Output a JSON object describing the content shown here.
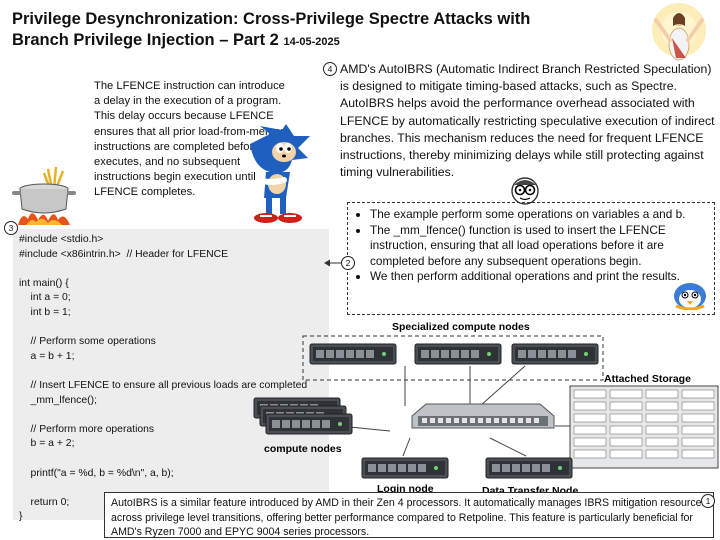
{
  "title": {
    "line1": "Privilege Desynchronization: Cross-Privilege Spectre Attacks with",
    "line2": "Branch Privilege Injection – Part 2",
    "date": "14-05-2025"
  },
  "lfence_note": "The LFENCE instruction can introduce a delay in the execution of a program. This delay occurs because LFENCE ensures that all prior load-from-memory instructions are completed before it executes, and no subsequent instructions begin execution until LFENCE completes.",
  "autoibrs_note": "AMD's AutoIBRS (Automatic Indirect Branch Restricted Speculation) is designed to mitigate timing-based attacks, such as Spectre. AutoIBRS helps avoid the performance overhead associated with LFENCE by automatically restricting speculative execution of indirect branches. This mechanism reduces the need for frequent LFENCE instructions, thereby minimizing delays while still protecting against timing vulnerabilities.",
  "markers": {
    "m1": "1",
    "m2": "2",
    "m3": "3",
    "m4": "4"
  },
  "code_lines": [
    "#include <stdio.h>",
    "#include <x86intrin.h>  // Header for LFENCE",
    "",
    "int main() {",
    "    int a = 0;",
    "    int b = 1;",
    "",
    "    // Perform some operations",
    "    a = b + 1;",
    "",
    "    // Insert LFENCE to ensure all previous loads are completed",
    "    _mm_lfence();",
    "",
    "    // Perform more operations",
    "    b = a + 2;",
    "",
    "    printf(\"a = %d, b = %d\\n\", a, b);",
    "",
    "    return 0;",
    "}"
  ],
  "bullets": [
    "The example perform some operations on variables a and b.",
    "The _mm_lfence() function is used to insert the LFENCE instruction, ensuring that all load operations before it are completed before any subsequent operations begin.",
    "We then perform additional operations and print the results."
  ],
  "diagram": {
    "specialized": "Specialized compute nodes",
    "storage": "Attached Storage",
    "compute": "compute nodes",
    "login": "Login node",
    "transfer": "Data Transfer Node"
  },
  "bottom_note": "AutoIBRS is a similar feature introduced by AMD in their Zen 4 processors. It automatically manages IBRS mitigation resources across privilege level transitions, offering better performance compared to Retpoline. This feature is particularly beneficial for AMD's Ryzen 7000 and EPYC 9004 series processors.",
  "colors": {
    "code_bg": "#ededed",
    "hedgehog": "#1f5fbf",
    "fire": "#e8541a"
  }
}
